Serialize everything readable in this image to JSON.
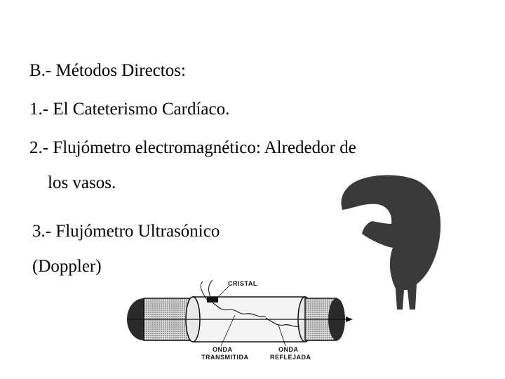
{
  "slide": {
    "heading": "B.-  Métodos Directos:",
    "items": [
      {
        "text": "1.- El  Cateterismo Cardíaco."
      },
      {
        "text": "2.- Flujómetro electromagnético: Alrededor de",
        "continuation": "los vasos."
      },
      {
        "text": "3.- Flujómetro Ultrasónico",
        "continuation": "(Doppler)"
      }
    ]
  },
  "diagram": {
    "labels": {
      "crystal": "CRISTAL",
      "transmitted_1": "ONDA",
      "transmitted_2": "TRANSMITIDA",
      "reflected_1": "ONDA",
      "reflected_2": "REFLEJADA"
    }
  },
  "colors": {
    "text": "#000000",
    "silhouette": "#3a3a3a",
    "background": "#ffffff"
  }
}
